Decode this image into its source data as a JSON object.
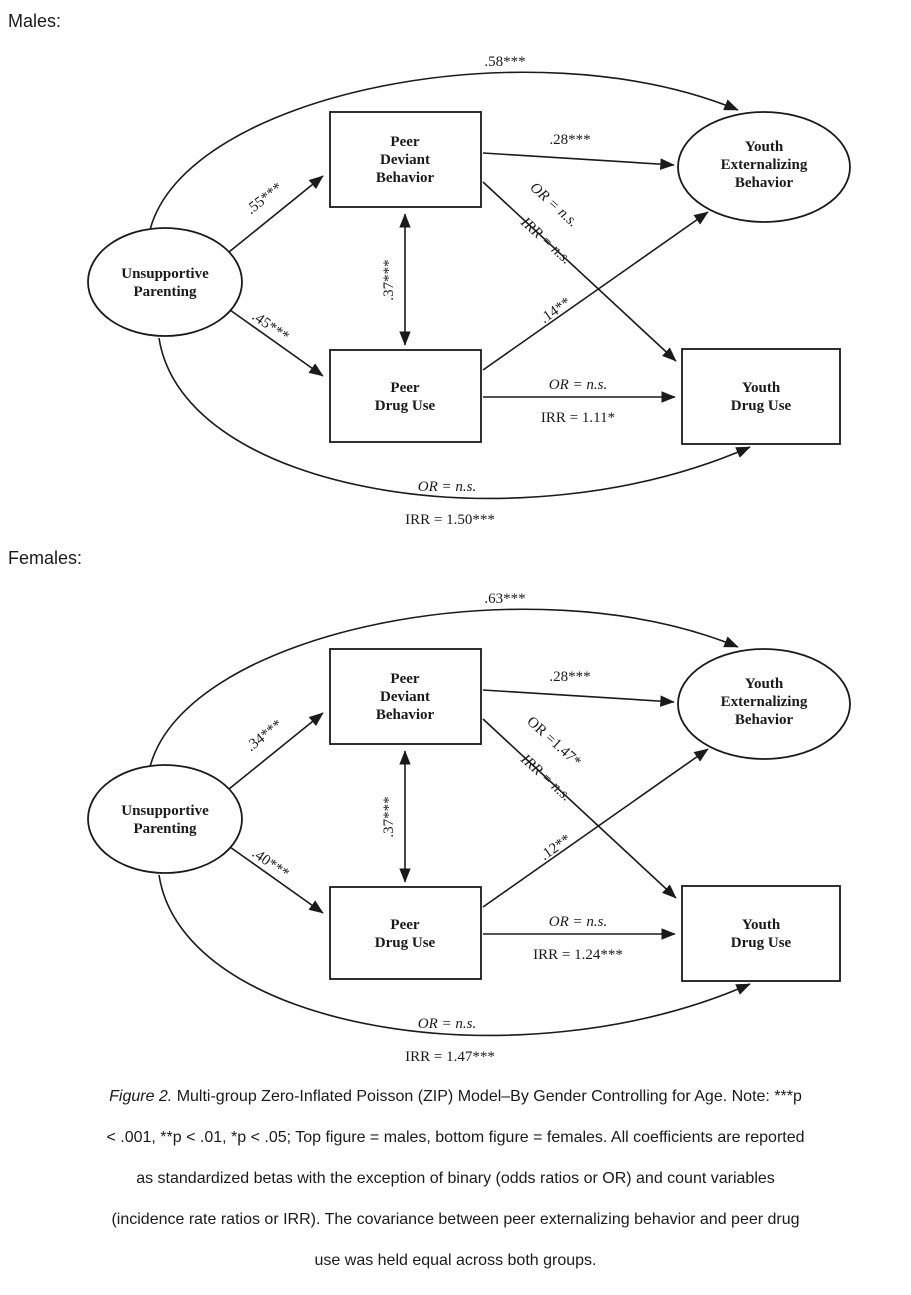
{
  "page": {
    "males_label": "Males:",
    "females_label": "Females:"
  },
  "colors": {
    "ink": "#1a1a1a",
    "background": "#ffffff"
  },
  "nodes": {
    "unsupportive_parenting": [
      "Unsupportive",
      "Parenting"
    ],
    "peer_deviant_behavior": [
      "Peer",
      "Deviant",
      "Behavior"
    ],
    "peer_drug_use": [
      "Peer",
      "Drug Use"
    ],
    "youth_externalizing_behavior": [
      "Youth",
      "Externalizing",
      "Behavior"
    ],
    "youth_drug_use": [
      "Youth",
      "Drug Use"
    ]
  },
  "males": {
    "top_curve": ".58***",
    "up_to_pdb": ".55***",
    "up_to_pdu": ".45***",
    "pdb_pdu_cov": ".37***",
    "pdb_to_yeb": ".28***",
    "pdb_to_ydu_or": "OR = n.s.",
    "pdb_to_ydu_irr": "IRR = n.s.",
    "pdu_to_yeb": ".14**",
    "pdu_to_ydu_or": "OR = n.s.",
    "pdu_to_ydu_irr": "IRR = 1.11*",
    "bottom_or": "OR = n.s.",
    "bottom_irr": "IRR = 1.50***"
  },
  "females": {
    "top_curve": ".63***",
    "up_to_pdb": ".34***",
    "up_to_pdu": ".40***",
    "pdb_pdu_cov": ".37***",
    "pdb_to_yeb": ".28***",
    "pdb_to_ydu_or": "OR =1.47*",
    "pdb_to_ydu_irr": "IRR = n.s.",
    "pdu_to_yeb": ".12**",
    "pdu_to_ydu_or": "OR = n.s.",
    "pdu_to_ydu_irr": "IRR = 1.24***",
    "bottom_or": "OR = n.s.",
    "bottom_irr": "IRR = 1.47***"
  },
  "caption": {
    "figure_label": "Figure 2.",
    "line1_rest": " Multi-group Zero-Inflated Poisson (ZIP) Model–By Gender Controlling for Age. Note: ***p",
    "line2": "< .001, **p < .01, *p < .05; Top figure = males, bottom figure = females. All coefficients are reported",
    "line3": "as standardized betas with the exception of binary (odds ratios or OR) and count variables",
    "line4": "(incidence rate ratios or IRR). The covariance between peer externalizing behavior and peer drug",
    "line5": "use was held equal across both groups."
  }
}
